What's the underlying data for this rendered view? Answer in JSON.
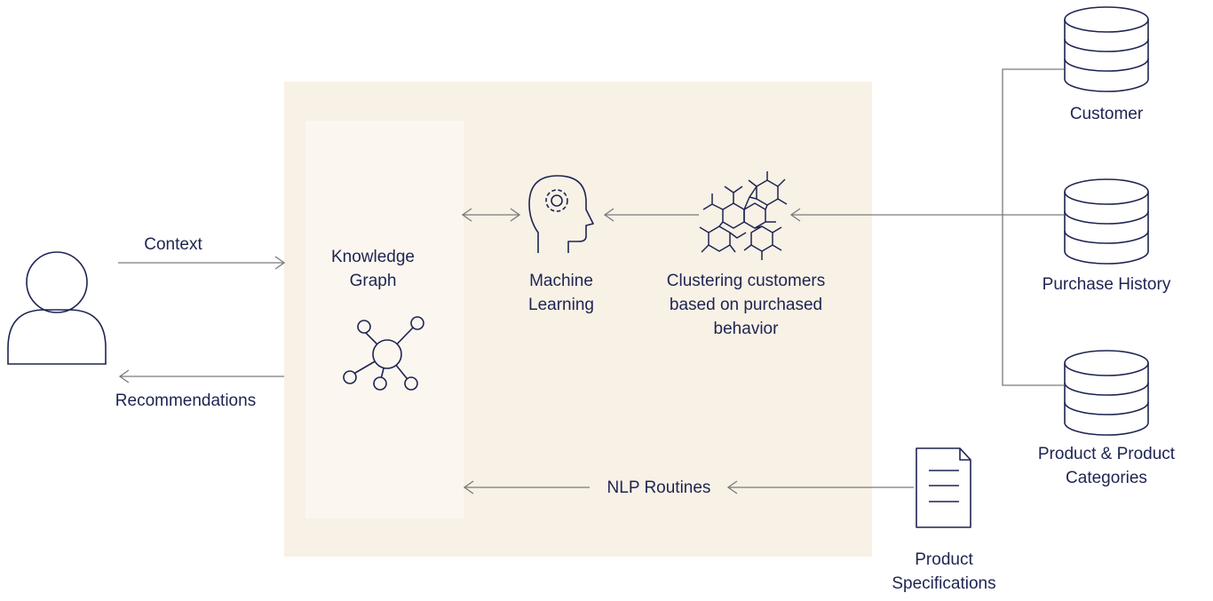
{
  "labels": {
    "context": "Context",
    "recommendations": "Recommendations",
    "knowledge_graph": "Knowledge Graph",
    "machine_learning": "Machine Learning",
    "clustering": "Clustering customers based on purchased behavior",
    "nlp": "NLP Routines",
    "customer": "Customer",
    "purchase_history": "Purchase History",
    "product_categories": "Product & Product Categories",
    "product_specs": "Product Specifications"
  },
  "colors": {
    "ink": "#1e2452",
    "arrow": "#7a7a7a",
    "panel_outer": "#f8f1e6",
    "panel_inner": "#fbf7f0"
  }
}
